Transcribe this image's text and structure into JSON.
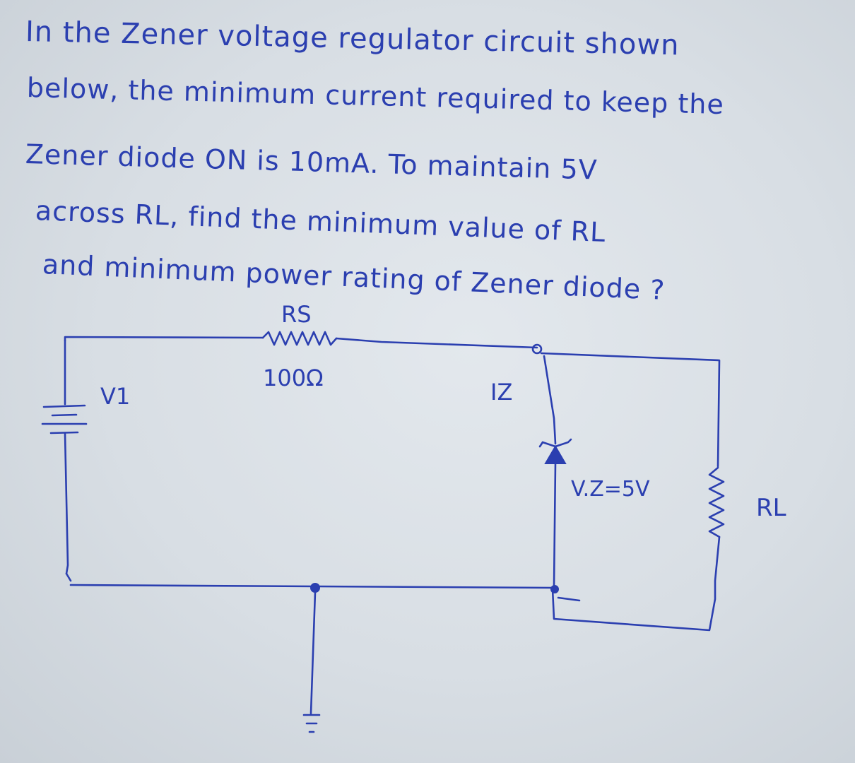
{
  "question": {
    "lines": [
      "In the Zener voltage regulator circuit shown",
      "below, the minimum current required to keep the",
      "Zener diode ON is 10mA. To maintain 5V",
      "across RL, find the minimum value of RL",
      "and minimum power rating of Zener diode ?"
    ]
  },
  "circuit": {
    "resistor_series": {
      "name": "RS",
      "value": "100Ω"
    },
    "source": {
      "name": "V1"
    },
    "zener_current": "IZ",
    "zener_voltage": "V.Z=5V",
    "load": {
      "name": "RL"
    }
  },
  "colors": {
    "ink": "#2b3fb0",
    "paper": "#dfe4e9"
  }
}
